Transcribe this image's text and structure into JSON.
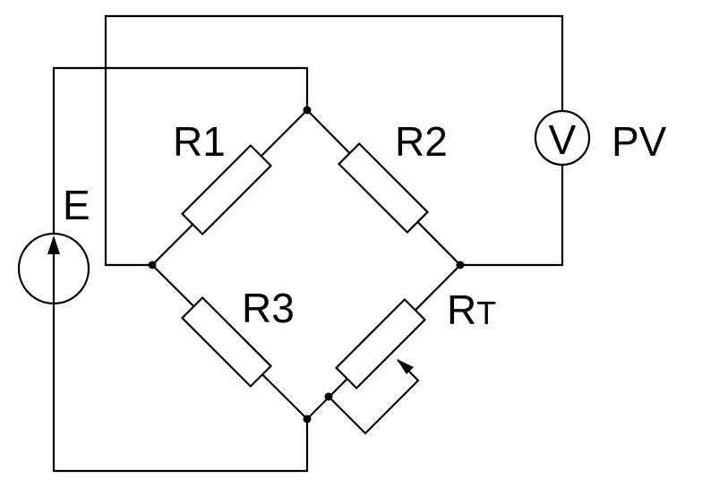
{
  "labels": {
    "r1": "R1",
    "r2": "R2",
    "r3": "R3",
    "rt": "R",
    "rt_sub": "T",
    "source": "E",
    "meter_symbol": "V",
    "meter": "PV"
  },
  "colors": {
    "line": "#000000",
    "background": "#ffffff"
  }
}
